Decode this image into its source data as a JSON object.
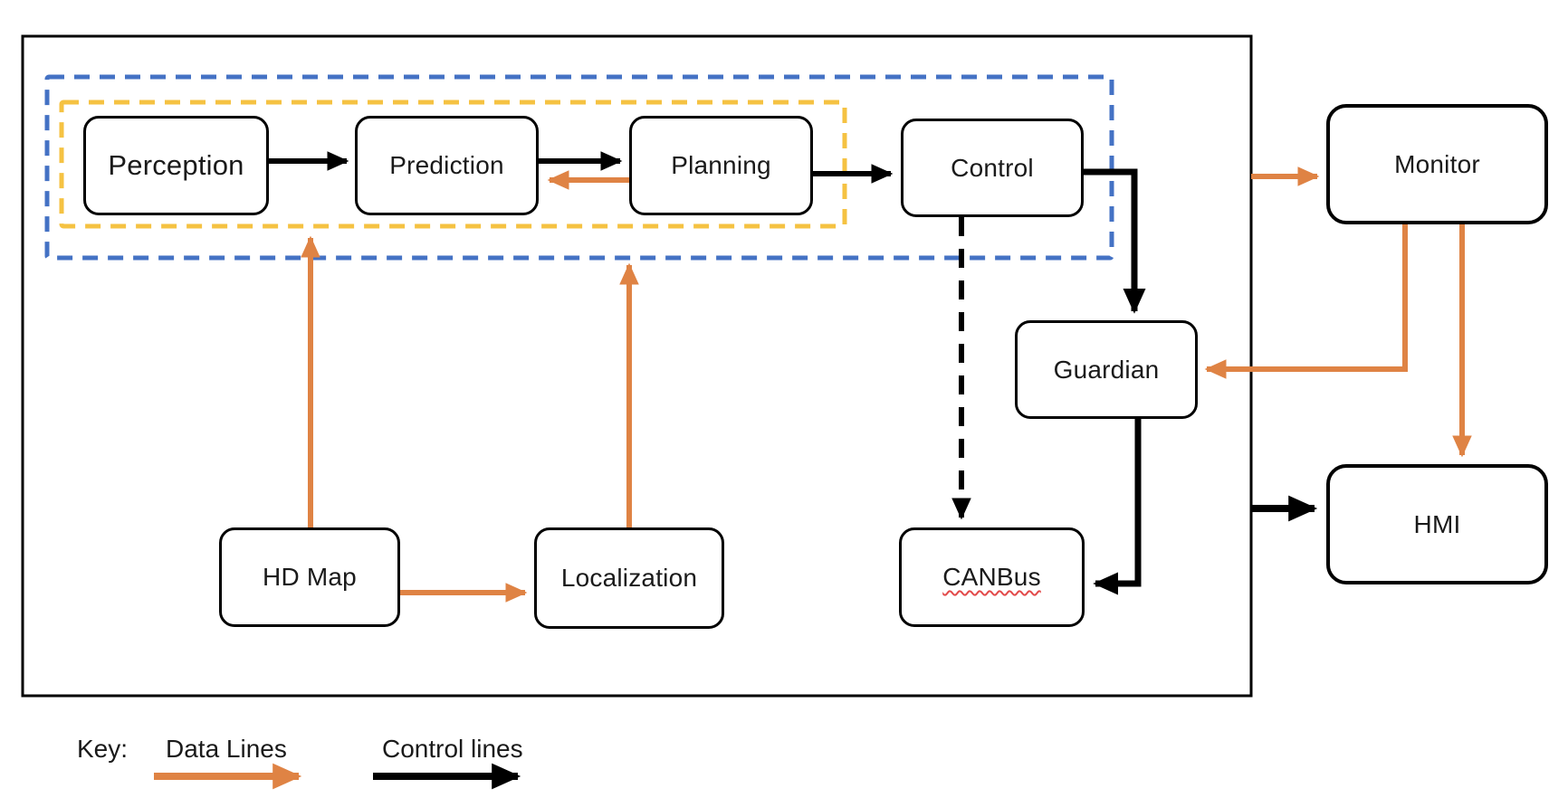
{
  "nodes": {
    "perception": {
      "label": "Perception"
    },
    "prediction": {
      "label": "Prediction"
    },
    "planning": {
      "label": "Planning"
    },
    "control": {
      "label": "Control"
    },
    "guardian": {
      "label": "Guardian"
    },
    "hd_map": {
      "label": "HD Map"
    },
    "localization": {
      "label": "Localization"
    },
    "canbus": {
      "label": "CANBus"
    },
    "monitor": {
      "label": "Monitor"
    },
    "hmi": {
      "label": "HMI"
    }
  },
  "key": {
    "title": "Key:",
    "data_lines": "Data Lines",
    "control_lines": "Control lines"
  },
  "colors": {
    "data_line_orange": "#DF8344",
    "control_line_black": "#000000",
    "outer_group_dash_blue": "#4472C4",
    "inner_group_dash_yellow": "#F5C242",
    "canbus_spellcheck_underline": "#E24A4A",
    "node_border": "#000000",
    "background": "#FFFFFF"
  },
  "edges": [
    {
      "from": "Perception",
      "to": "Prediction",
      "type": "control"
    },
    {
      "from": "Prediction",
      "to": "Planning",
      "type": "control"
    },
    {
      "from": "Planning",
      "to": "Prediction",
      "type": "data"
    },
    {
      "from": "Planning",
      "to": "Control",
      "type": "control"
    },
    {
      "from": "Control",
      "to": "Guardian",
      "type": "control"
    },
    {
      "from": "Control",
      "to": "CANBus",
      "type": "control-dashed"
    },
    {
      "from": "Guardian",
      "to": "CANBus",
      "type": "control"
    },
    {
      "from": "HD Map",
      "to": "module-group",
      "type": "data"
    },
    {
      "from": "HD Map",
      "to": "Localization",
      "type": "data"
    },
    {
      "from": "Localization",
      "to": "module-group",
      "type": "data"
    },
    {
      "from": "system-box",
      "to": "Monitor",
      "type": "data"
    },
    {
      "from": "Monitor",
      "to": "Guardian",
      "type": "data"
    },
    {
      "from": "Monitor",
      "to": "HMI",
      "type": "data"
    },
    {
      "from": "system-box",
      "to": "HMI",
      "type": "control"
    }
  ]
}
